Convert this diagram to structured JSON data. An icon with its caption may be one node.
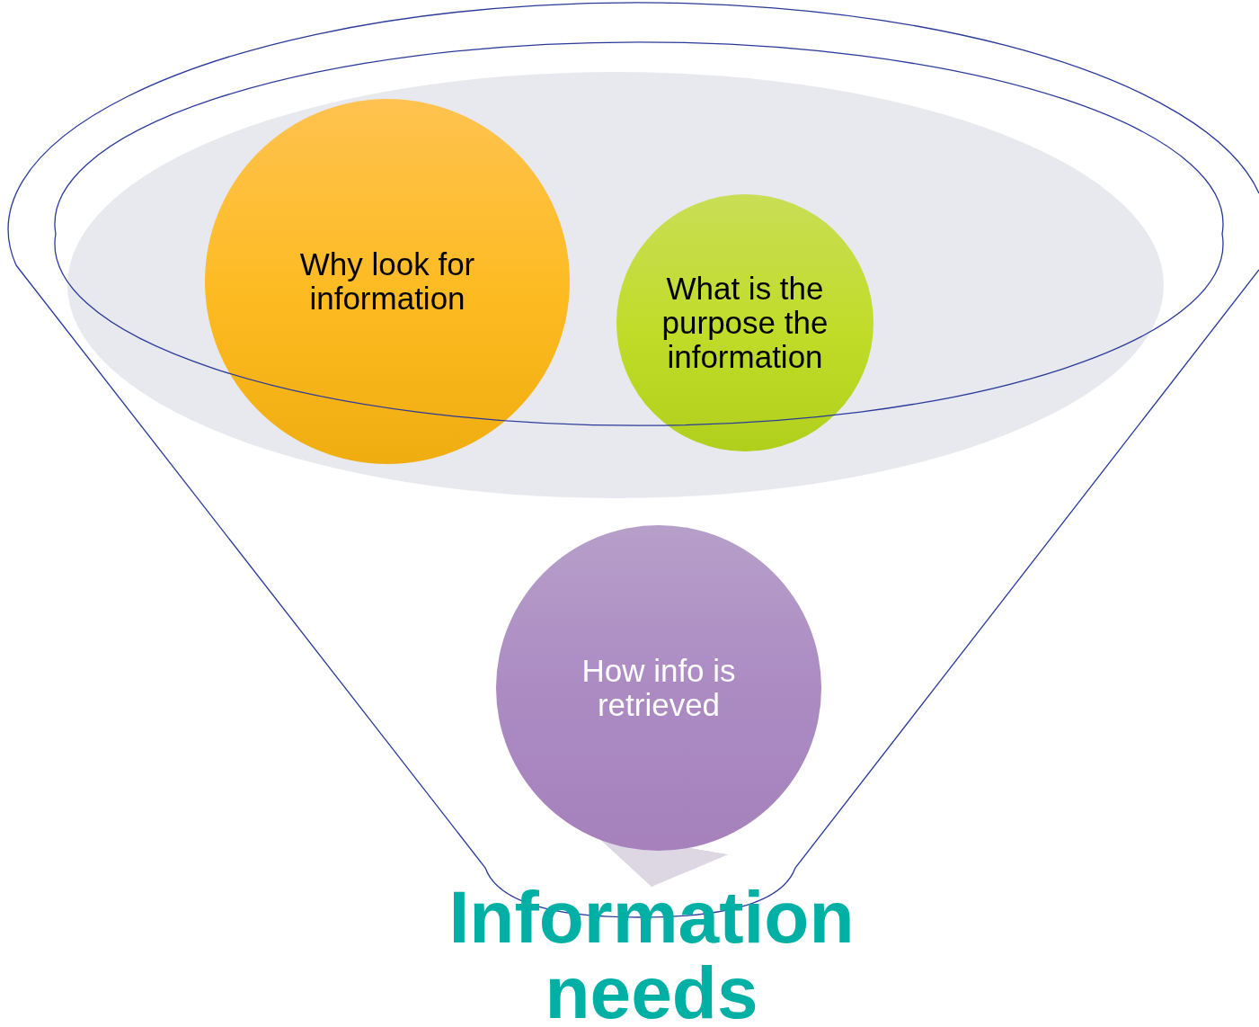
{
  "diagram": {
    "nodes": [
      {
        "text": [
          "Why look for information"
        ]
      },
      {
        "text": [
          "What is the purpose the information"
        ]
      },
      {
        "text": [
          "How info is retrieved"
        ]
      },
      {
        "text": [
          "Information needs"
        ]
      }
    ],
    "edges": [
      {
        "from": 2,
        "to": 3,
        "arrow": "to"
      }
    ]
  }
}
